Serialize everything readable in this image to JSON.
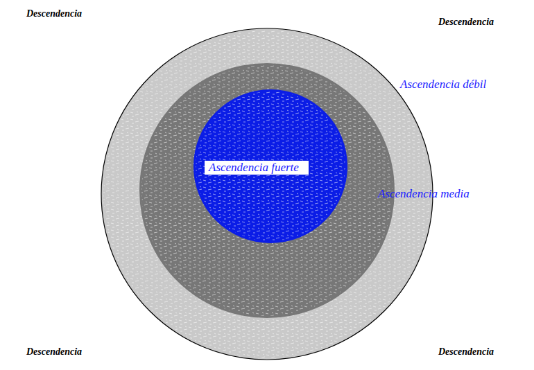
{
  "diagram": {
    "nodes": [
      {
        "text": [
          "Ascendencia débil"
        ]
      },
      {
        "text": [
          "Ascendencia media"
        ],
        "in": 0
      },
      {
        "text": [
          "Ascendencia fuerte"
        ],
        "in": 1
      }
    ],
    "labels": [
      "Descendencia",
      "Descendencia",
      "Descendencia",
      "Descendencia"
    ]
  }
}
